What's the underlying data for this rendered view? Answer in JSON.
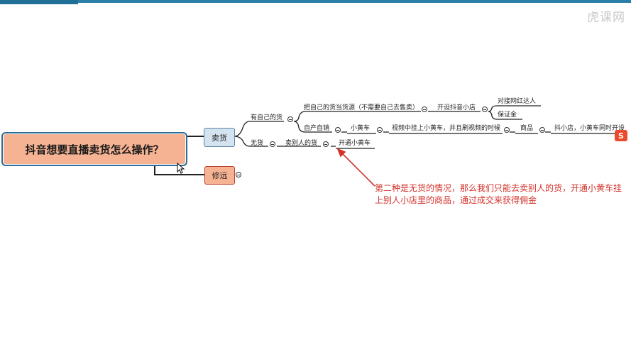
{
  "watermark": "虎课网",
  "mindmap": {
    "root": "抖音想要直播卖货怎么操作？",
    "branch_sell": "卖货",
    "branch_xiuyuan": "修远",
    "has_goods": "有自己的货",
    "own_source": "把自己的货当货源（不需要自己去售卖）",
    "open_store": "开设抖音小店",
    "dock_influencer": "对接网红达人",
    "deposit": "保证金",
    "self_sell": "自产自销",
    "yellow_cart": "小黄车",
    "video_mount": "视频中挂上小黄车，并且刷视频的时候",
    "goods": "商品",
    "store_cart": "抖小店，小黄车同时开设",
    "no_goods": "无货",
    "sell_others": "卖别人的货",
    "open_cart": "开通小黄车"
  },
  "annotation": "第二种是无货的情况，那么我们只能去卖别人的货，开通小黄车挂上别人小店里的商品，通过成交来获得佣金",
  "sogou_icon": "S"
}
